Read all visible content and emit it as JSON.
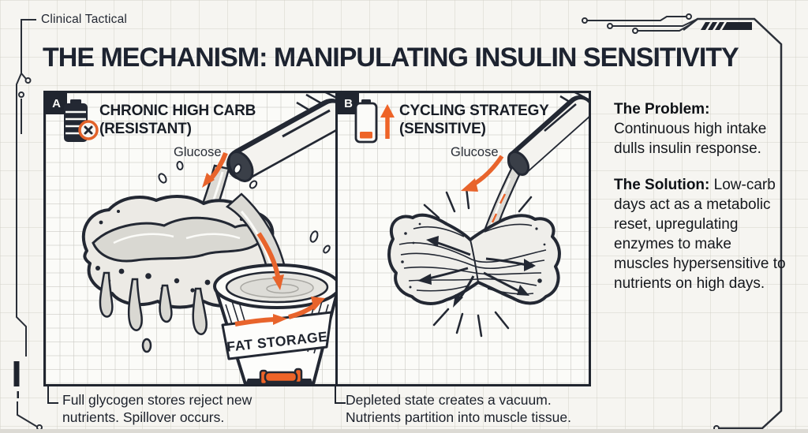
{
  "brand": "Clinical Tactical",
  "title": "THE MECHANISM: MANIPULATING INSULIN SENSITIVITY",
  "colors": {
    "ink": "#232833",
    "accent": "#e8642c",
    "paper": "#f6f5f1"
  },
  "panels": [
    {
      "tag": "A",
      "heading_line1": "CHRONIC HIGH CARB",
      "heading_line2": "(RESISTANT)",
      "battery_icon": "battery-full-blocked-icon",
      "glucose_label": "Glucose",
      "bucket_label": "FAT STORAGE",
      "caption_line1": "Full glycogen stores reject new",
      "caption_line2": "nutrients. Spillover occurs."
    },
    {
      "tag": "B",
      "heading_line1": "CYCLING STRATEGY",
      "heading_line2": "(SENSITIVE)",
      "battery_icon": "battery-low-up-icon",
      "glucose_label": "Glucose",
      "caption_line1": "Depleted state creates a vacuum.",
      "caption_line2": "Nutrients partition into muscle tissue."
    }
  ],
  "sidebar": {
    "problem_title": "The Problem:",
    "problem_text": "Continuous high intake dulls insulin response.",
    "solution_title": "The Solution:",
    "solution_text": "Low-carb days act as a metabolic reset, upregulating enzymes to make muscles hypersensitive to nutrients on high days."
  }
}
